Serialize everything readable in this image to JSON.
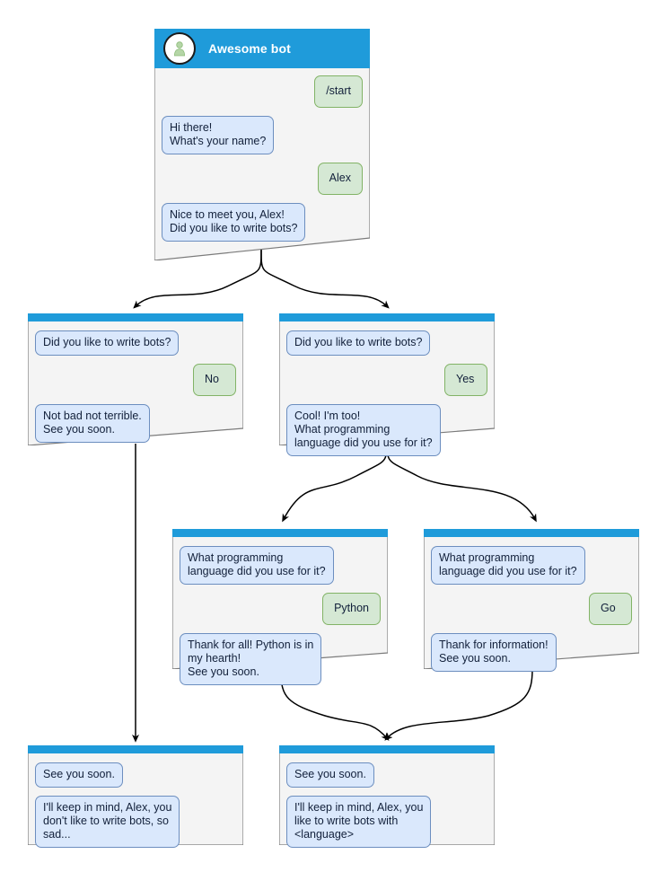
{
  "diagram": {
    "title": "Awesome bot conversation flow",
    "colors": {
      "titlebar": "#1f9bda",
      "window_bg": "#f4f4f4",
      "window_border": "#7b7b7b",
      "bot_bubble_fill": "#dae8fc",
      "bot_bubble_border": "#6c8ebf",
      "user_bubble_fill": "#d5e8d4",
      "user_bubble_border": "#82b366",
      "edge": "#000000",
      "avatar_person": "#b5d6a7"
    },
    "icons": {
      "avatar": "person-avatar-icon"
    }
  },
  "nodes": [
    {
      "id": "root",
      "header": {
        "type": "full",
        "title": "Awesome bot",
        "avatar": "person-avatar-icon"
      },
      "messages": [
        {
          "from": "user",
          "text": "/start"
        },
        {
          "from": "bot",
          "text": "Hi there!\nWhat's your name?"
        },
        {
          "from": "user",
          "text": "Alex"
        },
        {
          "from": "bot",
          "text": "Nice to meet you, Alex!\nDid you like to write bots?"
        }
      ]
    },
    {
      "id": "no-branch",
      "header": {
        "type": "mini"
      },
      "messages": [
        {
          "from": "bot",
          "text": "Did you like to write bots?"
        },
        {
          "from": "user",
          "text": "No"
        },
        {
          "from": "bot",
          "text": "Not bad not terrible.\nSee you soon."
        }
      ]
    },
    {
      "id": "yes-branch",
      "header": {
        "type": "mini"
      },
      "messages": [
        {
          "from": "bot",
          "text": "Did you like to write bots?"
        },
        {
          "from": "user",
          "text": "Yes"
        },
        {
          "from": "bot",
          "text": "Cool! I'm too!\nWhat programming\nlanguage did you use for it?"
        }
      ]
    },
    {
      "id": "python-branch",
      "header": {
        "type": "mini"
      },
      "messages": [
        {
          "from": "bot",
          "text": "What programming\nlanguage did you use for it?"
        },
        {
          "from": "user",
          "text": "Python"
        },
        {
          "from": "bot",
          "text": "Thank for all! Python is in\nmy hearth!\nSee you soon."
        }
      ]
    },
    {
      "id": "go-branch",
      "header": {
        "type": "mini"
      },
      "messages": [
        {
          "from": "bot",
          "text": "What programming\nlanguage did you use for it?"
        },
        {
          "from": "user",
          "text": "Go"
        },
        {
          "from": "bot",
          "text": "Thank for information!\nSee you soon."
        }
      ]
    },
    {
      "id": "end-sad",
      "header": {
        "type": "mini"
      },
      "messages": [
        {
          "from": "bot",
          "text": "See you soon."
        },
        {
          "from": "bot",
          "text": "I'll keep in mind, Alex, you\ndon't like to write bots, so\nsad..."
        }
      ]
    },
    {
      "id": "end-happy",
      "header": {
        "type": "mini"
      },
      "messages": [
        {
          "from": "bot",
          "text": "See you soon."
        },
        {
          "from": "bot",
          "text": "I'll keep in mind, Alex, you\nlike to write bots with\n<language>"
        }
      ]
    }
  ],
  "edges": [
    {
      "from": "root",
      "to": "no-branch"
    },
    {
      "from": "root",
      "to": "yes-branch"
    },
    {
      "from": "yes-branch",
      "to": "python-branch"
    },
    {
      "from": "yes-branch",
      "to": "go-branch"
    },
    {
      "from": "no-branch",
      "to": "end-sad"
    },
    {
      "from": "python-branch",
      "to": "end-happy"
    },
    {
      "from": "go-branch",
      "to": "end-happy"
    }
  ]
}
